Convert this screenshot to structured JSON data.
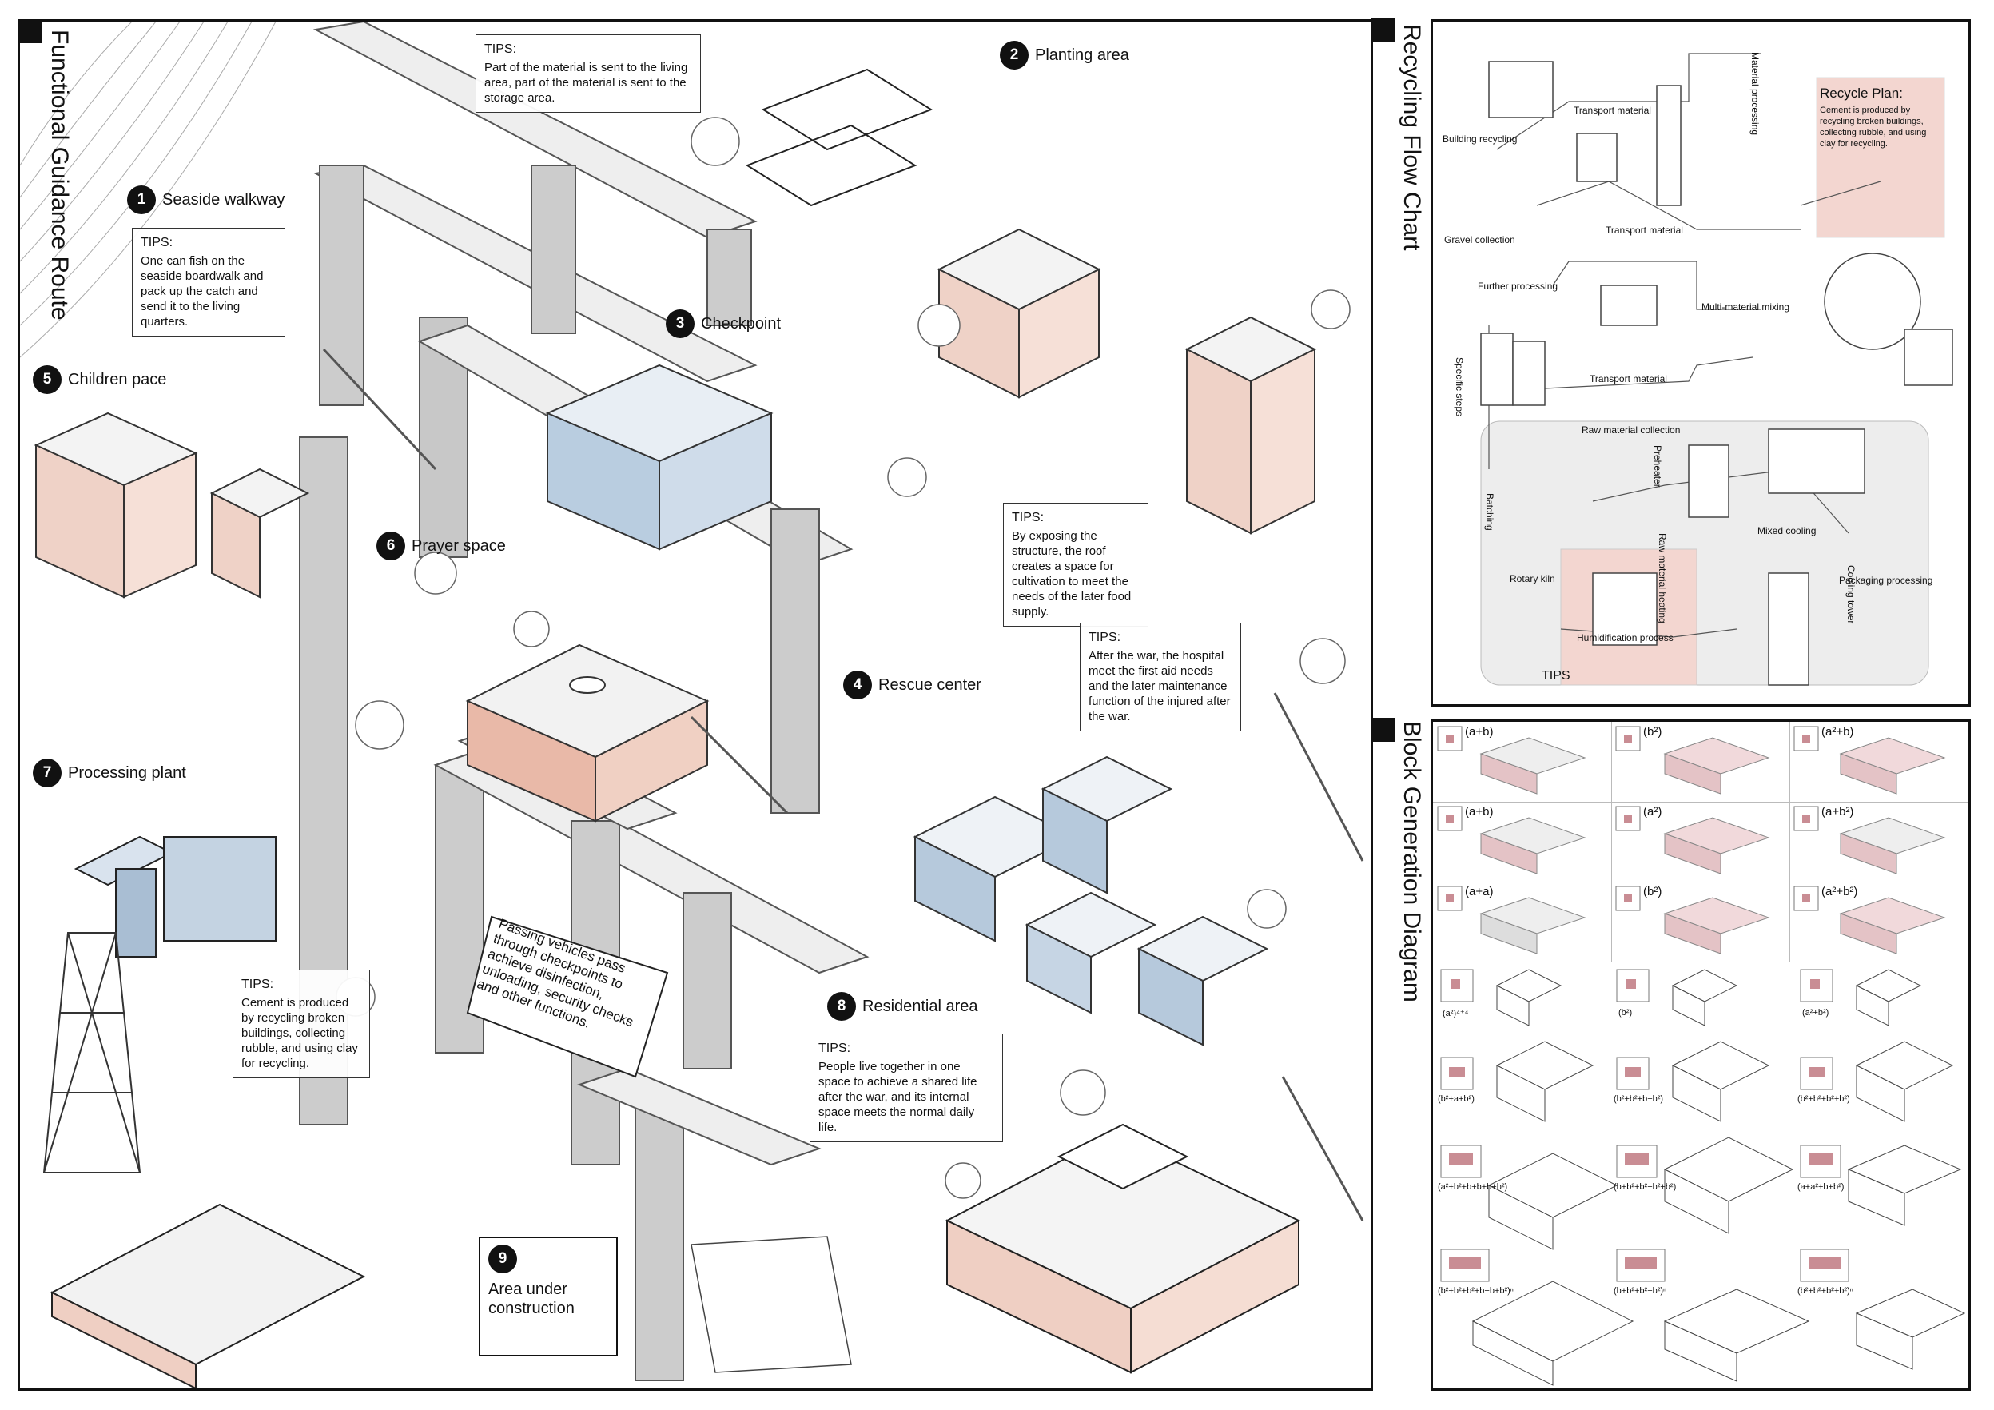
{
  "titles": {
    "main": "Functional Guidance Route",
    "flow": "Recycling Flow Chart",
    "block": "Block Generation Diagram"
  },
  "areas": [
    {
      "num": "1",
      "name": "Seaside walkway"
    },
    {
      "num": "2",
      "name": "Planting area"
    },
    {
      "num": "3",
      "name": "Checkpoint"
    },
    {
      "num": "4",
      "name": "Rescue center"
    },
    {
      "num": "5",
      "name": "Children pace"
    },
    {
      "num": "6",
      "name": "Prayer space"
    },
    {
      "num": "7",
      "name": "Processing plant"
    },
    {
      "num": "8",
      "name": "Residential area"
    },
    {
      "num": "9",
      "name": "Area under construction"
    }
  ],
  "tips": {
    "label": "TIPS:",
    "material": "Part of the material is sent to the living area, part of the material is sent to the storage area.",
    "seaside": "One can fish on the seaside boardwalk and pack up the catch and send it to the living quarters.",
    "roof": "By exposing the structure, the roof creates a space for cultivation to meet the needs of the later food supply.",
    "hospital": "After the war, the hospital meet the first aid needs and the later maintenance function of the injured after the war.",
    "vehicles": "Passing vehicles pass through checkpoints to achieve disinfection, unloading, security checks and other functions.",
    "cement": "Cement is produced by recycling broken buildings, collecting rubble, and using clay for recycling.",
    "residential": "People live together in one space to achieve a shared life after the war, and its internal space meets the normal daily life."
  },
  "flow": {
    "plan_title": "Recycle Plan:",
    "plan_text": "Cement is produced by recycling broken buildings, collecting rubble, and using clay for recycling.",
    "steps": {
      "building_recycling": "Building recycling",
      "transport1": "Transport material",
      "material_processing": "Material processing",
      "gravel": "Gravel collection",
      "transport2": "Transport material",
      "further": "Further processing",
      "multi": "Multi-material mixing",
      "specific": "Specific steps",
      "transport3": "Transport material",
      "raw_collection": "Raw material collection",
      "preheater": "Preheater",
      "batching": "Batching",
      "mixed_cooling": "Mixed cooling",
      "raw_heating": "Raw material heating",
      "cooling_tower": "Cooling tower",
      "rotary_kiln": "Rotary kiln",
      "packaging": "Packaging processing",
      "humidification": "Humidification process",
      "tips": "TIPS"
    }
  },
  "block": {
    "grid_labels": [
      "(a+b)",
      "(b²)",
      "(a²+b)",
      "(a+b)",
      "(a²)",
      "(a+b²)",
      "(a+a)",
      "(b²)",
      "(a²+b²)"
    ],
    "row4": [
      "(a²)⁴⁺⁴",
      "(b²)",
      "(a²+b²)"
    ],
    "row5": [
      "(b²+a+b²)",
      "(b²+b²+b+b²)",
      "(b²+b²+b²+b²)"
    ],
    "row6": [
      "(a²+b²+b+b+b+b²)",
      "(b+b²+b²+b²+b²)",
      "(a+a²+b+b²)"
    ],
    "row7": [
      "(b²+b²+b²+b+b+b²)ⁿ",
      "(b+b²+b²+b²)ⁿ",
      "(b²+b²+b²+b²)ⁿ"
    ]
  }
}
